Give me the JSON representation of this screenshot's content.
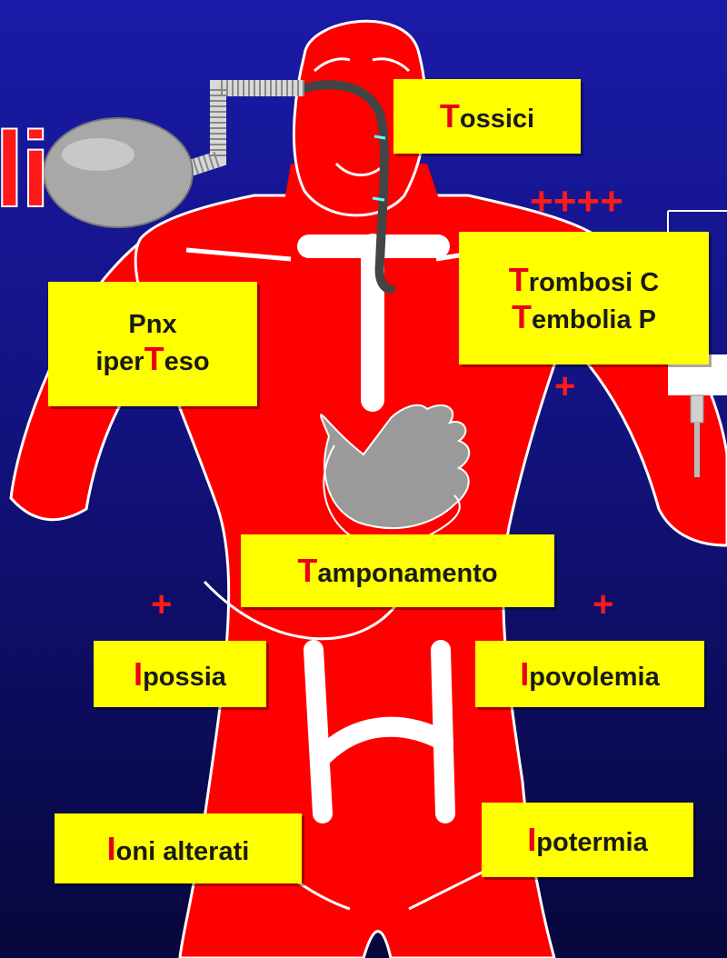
{
  "corner_text": "li",
  "labels": {
    "tossici": {
      "cap": "T",
      "rest": "ossici"
    },
    "trombosi": {
      "cap": "T",
      "rest": "rombosi C"
    },
    "embolia": {
      "cap": "T",
      "rest": "embolia P"
    },
    "pnx_line1": "Pnx",
    "pnx_pre": "iper",
    "pnx_cap": "T",
    "pnx_rest": "eso",
    "tamponamento": {
      "cap": "T",
      "rest": "amponamento"
    },
    "ipossia": {
      "cap": "I",
      "rest": "possia"
    },
    "ipovolemia": {
      "cap": "I",
      "rest": "povolemia"
    },
    "ioni": {
      "cap": "I",
      "rest": "oni alterati"
    },
    "ipotermia": {
      "cap": "I",
      "rest": "potermia"
    }
  },
  "plus_signs": {
    "top_right": "++++",
    "mid_right": "+",
    "left": "+",
    "right": "+"
  },
  "colors": {
    "body": "#ff0000",
    "label_bg": "#ffff00",
    "accent_letter": "#e8001a",
    "outline": "#ffffff",
    "device_grey": "#9a9a9a"
  }
}
